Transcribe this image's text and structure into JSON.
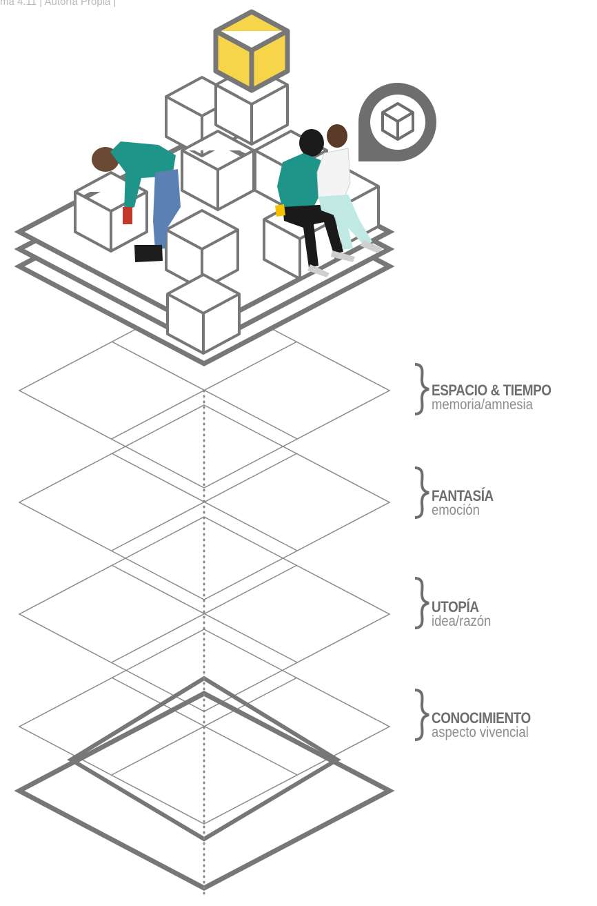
{
  "caption": "ma 4.11 | Autoría Propia |",
  "levels": [
    {
      "title": "ESPACIO & TIEMPO",
      "subtitle": "memoria/amnesia"
    },
    {
      "title": "FANTASÍA",
      "subtitle": "emoción"
    },
    {
      "title": "UTOPÍA",
      "subtitle": "idea/razón"
    },
    {
      "title": "CONOCIMIENTO",
      "subtitle": "aspecto vivencial"
    }
  ],
  "colors": {
    "stroke_dark": "#777777",
    "stroke_light": "#8a8a8a",
    "highlight_cube": "#f7d54a",
    "text_title": "#6e6e6e",
    "text_subtitle": "#8d8d8d"
  },
  "icons": [
    "location-pin-cube-icon",
    "curly-brace-icon"
  ]
}
